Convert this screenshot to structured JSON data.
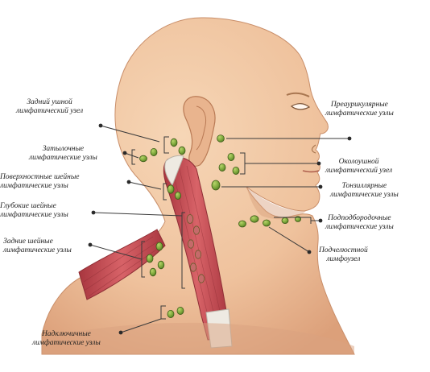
{
  "labels": {
    "posterior_auricular": [
      "Задний ушной",
      "лимфатический узел"
    ],
    "occipital": [
      "Затылочные",
      "лимфатические узлы"
    ],
    "superficial_cervical": [
      "Поверхностные шейные",
      "лимфатические узлы"
    ],
    "deep_cervical": [
      "Глубокие шейные",
      "лимфатические узлы"
    ],
    "posterior_cervical": [
      "Задние шейные",
      "лимфатические узлы"
    ],
    "supraclavicular": [
      "Надключичные",
      "лимфатические узлы"
    ],
    "preauricular": [
      "Преаурикулярные",
      "лимфатические узлы"
    ],
    "parotid": [
      "Околоушной",
      "лимфатический узел"
    ],
    "tonsillar": [
      "Тонзиллярные",
      "лимфатические узлы"
    ],
    "submandibular": [
      "Подподбородочные",
      "лимфатические узлы"
    ],
    "submental": [
      "Подчелюстной",
      "лимфоузел"
    ]
  },
  "colors": {
    "skin": "#f0c39e",
    "skin_shadow": "#dba07c",
    "muscle": "#c94f55",
    "tendon": "#ece8e0",
    "node": "#7ba63a",
    "node_dark": "#44661c",
    "line": "#3a3a3a"
  }
}
